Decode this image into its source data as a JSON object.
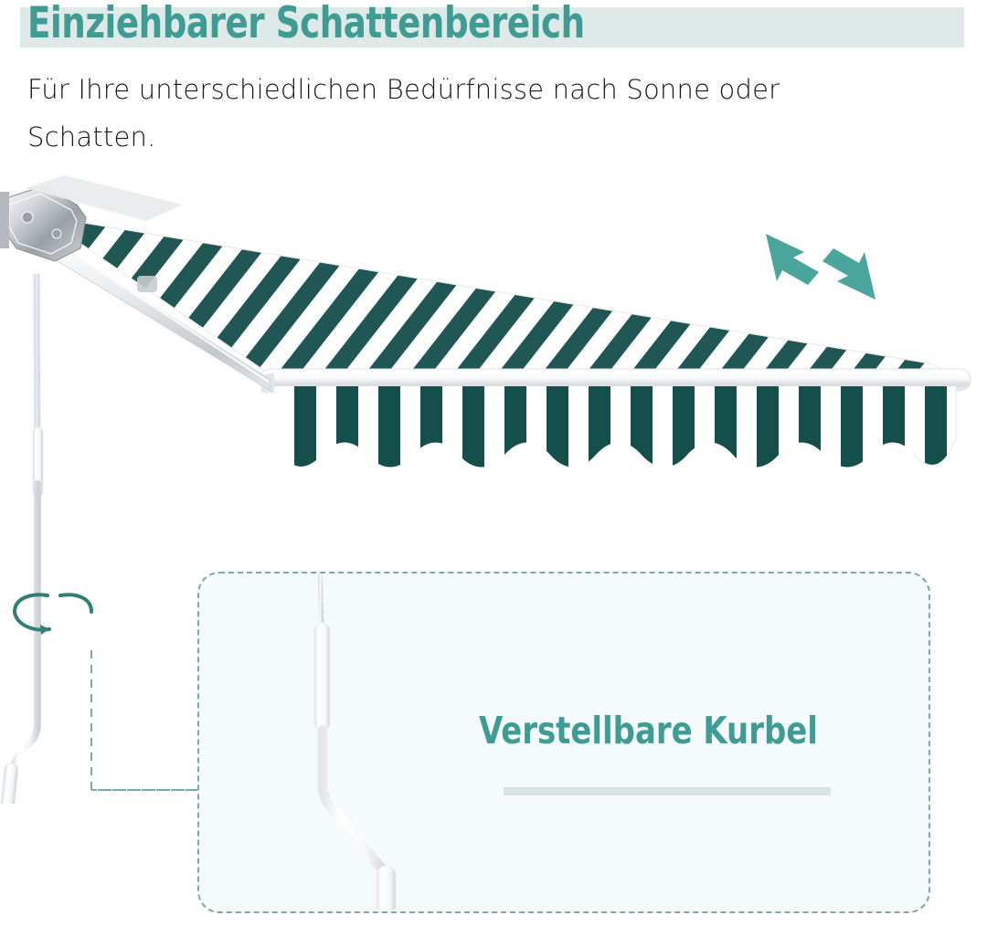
{
  "header": {
    "title": "Einziehbarer Schattenbereich",
    "subtitle": "Für Ihre unterschiedlichen Bedürfnisse nach Sonne oder Schatten.",
    "banner_color": "#dfe9e8",
    "title_color": "#3e9c94"
  },
  "product": {
    "name": "retractable-awning",
    "canopy": {
      "stripe_dark": "#154f4c",
      "stripe_light": "#ffffff",
      "stripe_count": 33,
      "orientation": "diagonal"
    },
    "valance": {
      "stripe_dark": "#154f4c",
      "stripe_light": "#ffffff",
      "stripe_count": 16,
      "edge": "scalloped"
    },
    "frame_color": "#d8dade",
    "front_bar_color": "#f2f3f4"
  },
  "annotations": {
    "extend_arrow": "arrow-up-left",
    "retract_arrow": "arrow-down-right",
    "arrow_color": "#4aa59c",
    "rotation_indicator": "rotate-icon",
    "rotation_color": "#2f7f77"
  },
  "callout": {
    "title": "Verstellbare Kurbel",
    "border_color": "#7aa9a6",
    "background": "#f5fafa",
    "underline_color": "#d6e4e2",
    "connector_style": "dashed",
    "subject": "adjustable-crank-handle"
  }
}
